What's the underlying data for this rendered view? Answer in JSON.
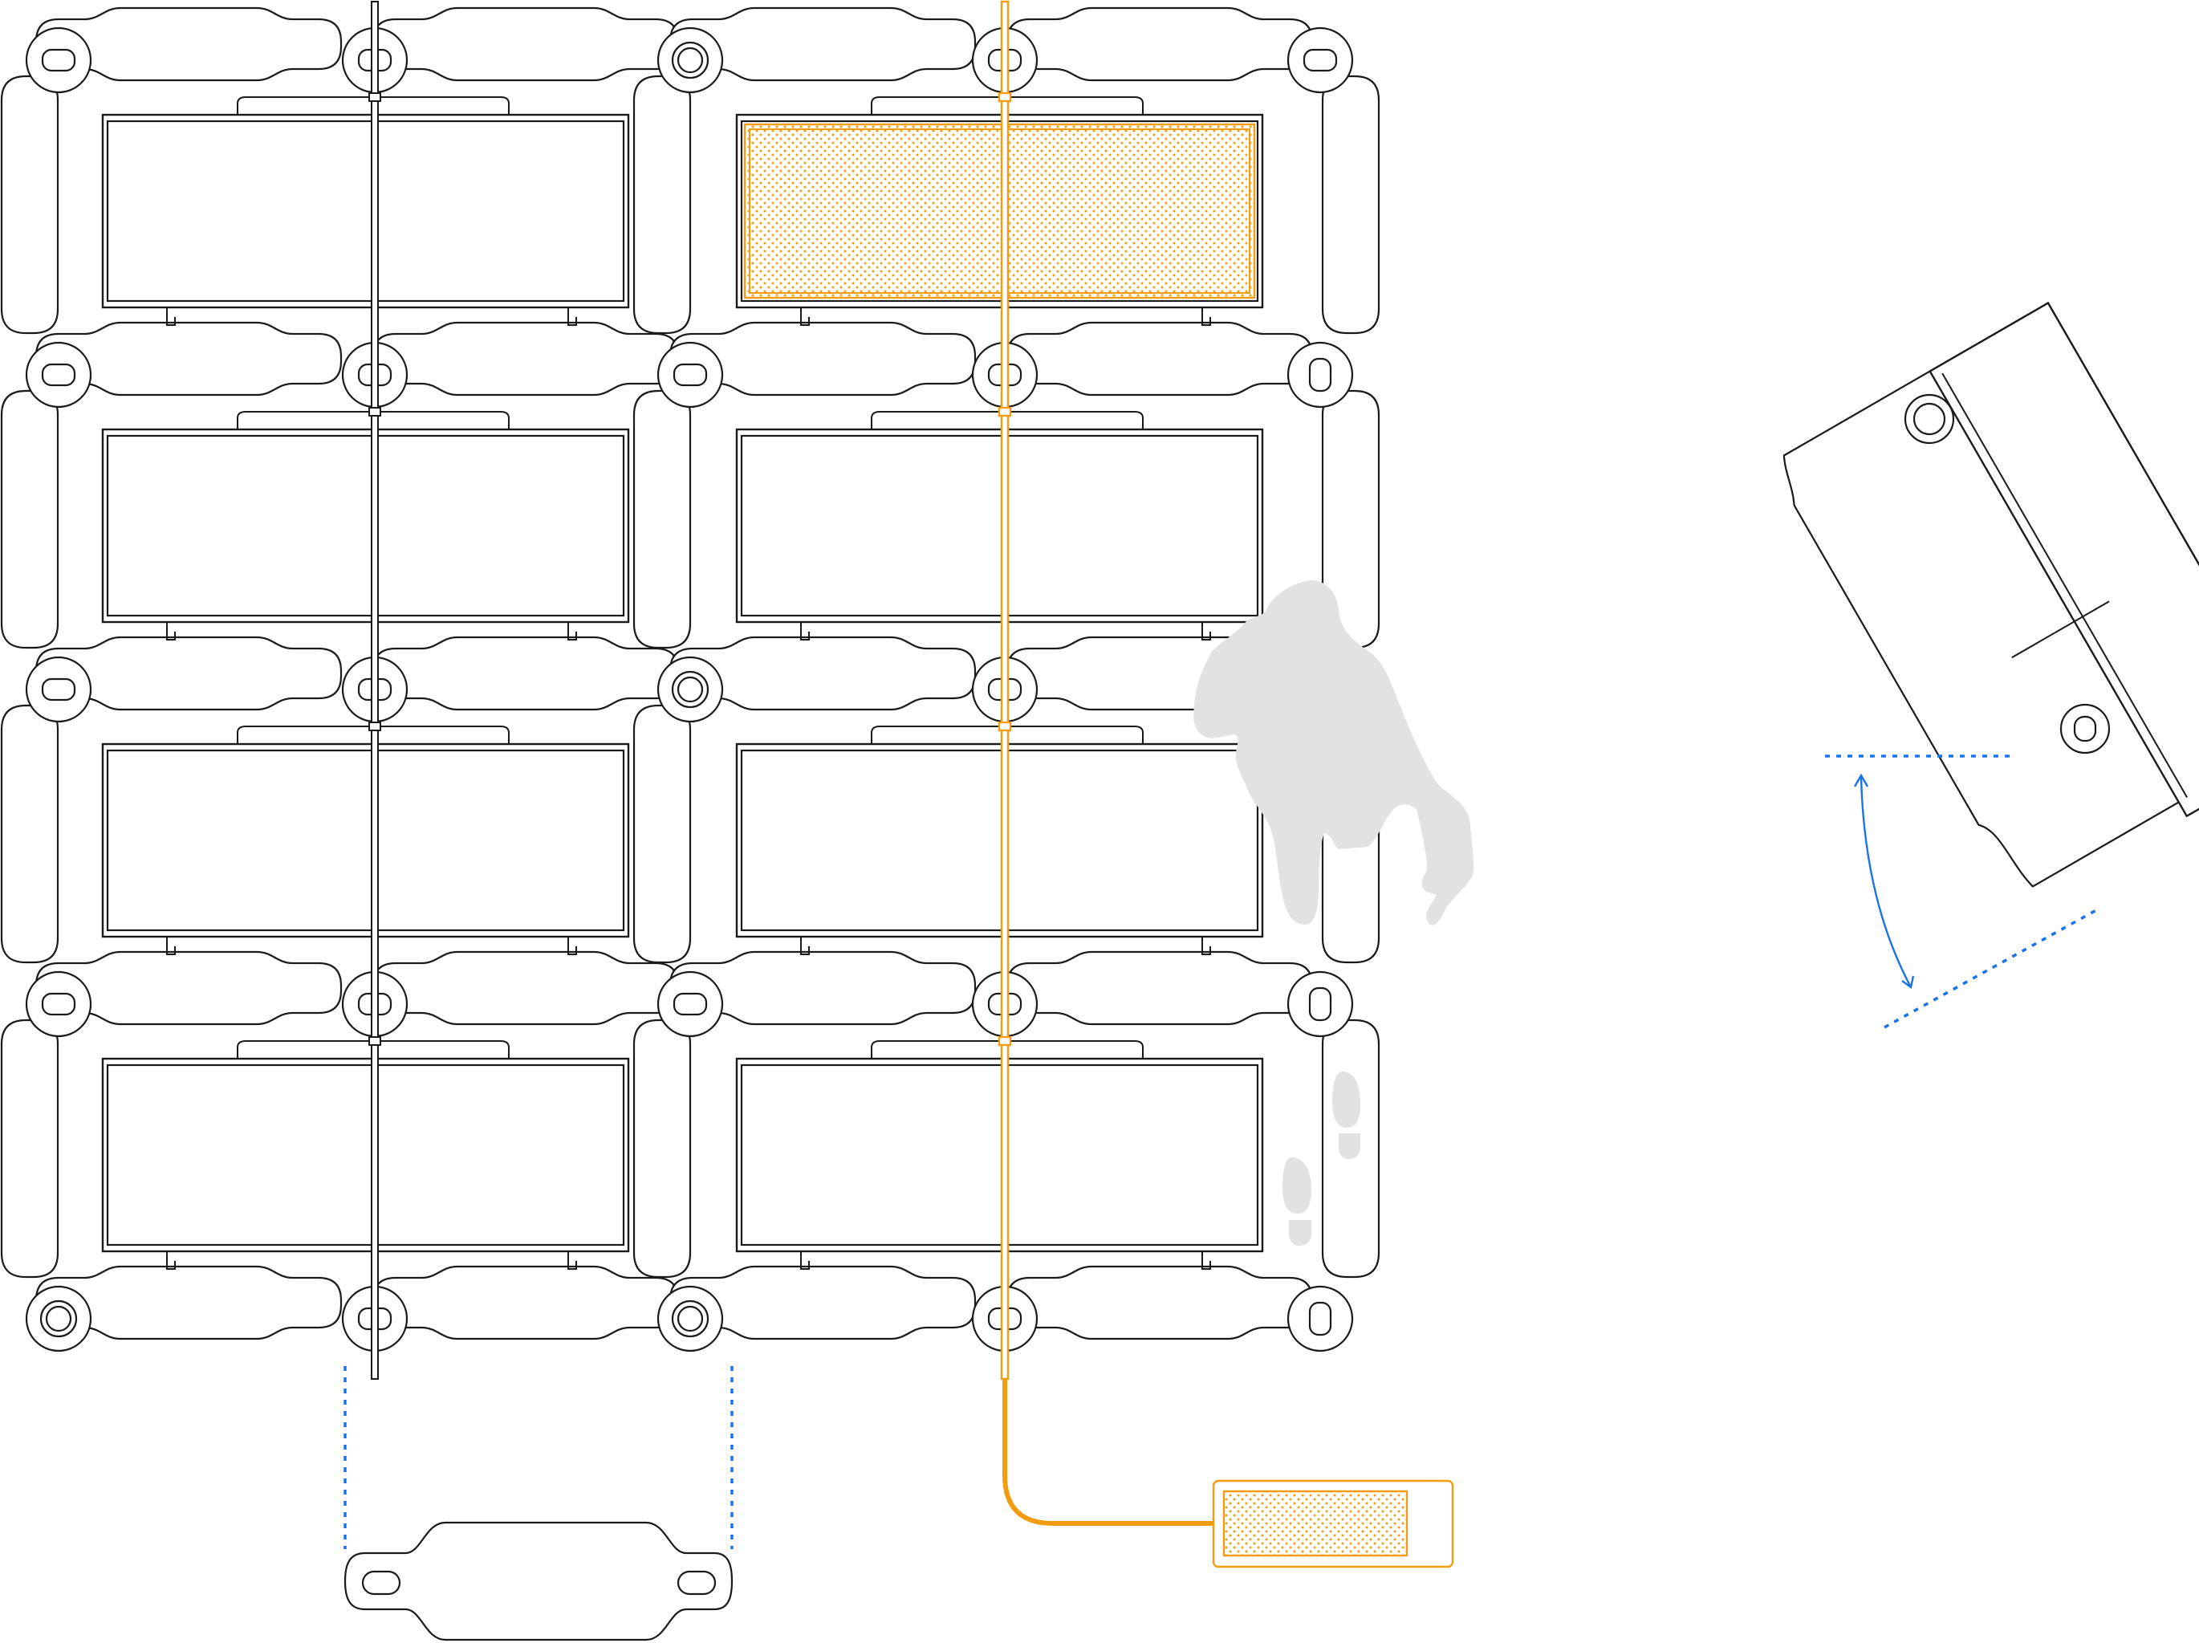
{
  "diagram": {
    "colors": {
      "line": "#1a1a1a",
      "accent": "#f39c12",
      "measure": "#1a73e8",
      "silhouette": "#e2e2e2",
      "background": "#ffffff"
    },
    "grid": {
      "rows": 4,
      "columns": 2
    },
    "highlighted_panel": {
      "row": 1,
      "column": 2
    },
    "icons": [
      "person-silhouette-icon",
      "footprints-icon",
      "tilt-angle-icon"
    ],
    "labels": []
  }
}
